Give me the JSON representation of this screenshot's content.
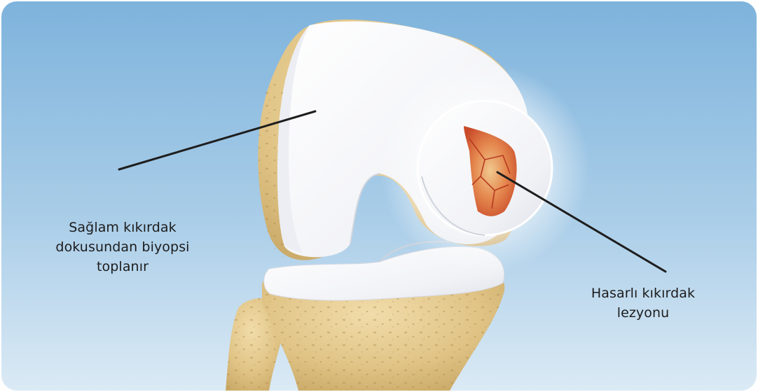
{
  "labels": {
    "healthy_cartilage": {
      "lines": [
        "Sağlam kıkırdak",
        "dokusundan biyopsi",
        "toplanır"
      ]
    },
    "damaged_lesion": {
      "lines": [
        "Hasarlı kıkırdak",
        "lezyonu"
      ]
    }
  },
  "colors": {
    "background_top": "#7fb6de",
    "background_bottom": "#dcecf6",
    "bone": "#e6cd95",
    "cartilage": "#f7f7f9",
    "lesion": "#d86a3c",
    "pointer_line": "#1e1e1e",
    "text": "#1c1c1c"
  }
}
